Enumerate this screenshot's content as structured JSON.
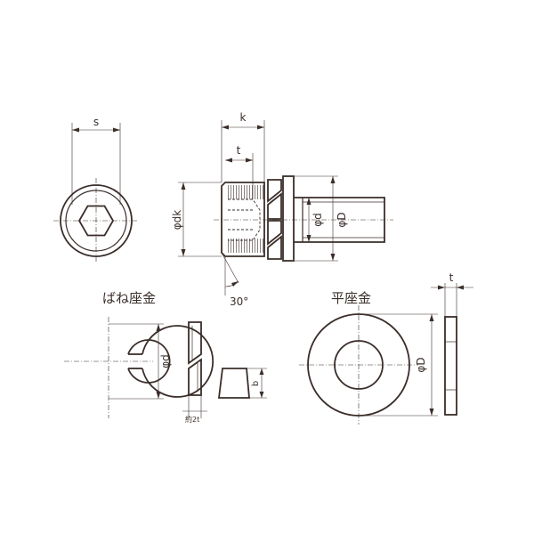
{
  "labels": {
    "s": "s",
    "k": "k",
    "t_head": "t",
    "dk": "φdk",
    "d_bolt": "φd",
    "D_bolt": "φD",
    "angle": "30°",
    "spring_washer_title": "ばね座金",
    "spring_d": "φd",
    "spring_b": "b",
    "spring_width": "約2t",
    "flat_washer_title": "平座金",
    "flat_D": "φD",
    "flat_t": "t"
  }
}
